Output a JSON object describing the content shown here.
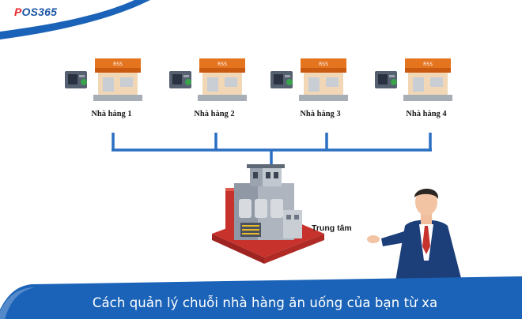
{
  "brand": {
    "prefix": "P",
    "text": "OS365",
    "full": "POS365"
  },
  "stores": [
    {
      "label": "Nhà hàng 1",
      "sign": "RSS"
    },
    {
      "label": "Nhà hàng 2",
      "sign": "RSS"
    },
    {
      "label": "Nhà hàng 3",
      "sign": "RSS"
    },
    {
      "label": "Nhà hàng 4",
      "sign": "RSS"
    }
  ],
  "center": {
    "label": "Trung tâm"
  },
  "banner": {
    "text": "Cách quản lý chuỗi nhà hàng ăn uống của bạn từ xa"
  },
  "colors": {
    "primary_blue": "#1b63b8",
    "connector_blue": "#2a6fc2",
    "store_roof": "#e5741f",
    "factory_red": "#c7322c",
    "brand_red": "#e8262b"
  }
}
